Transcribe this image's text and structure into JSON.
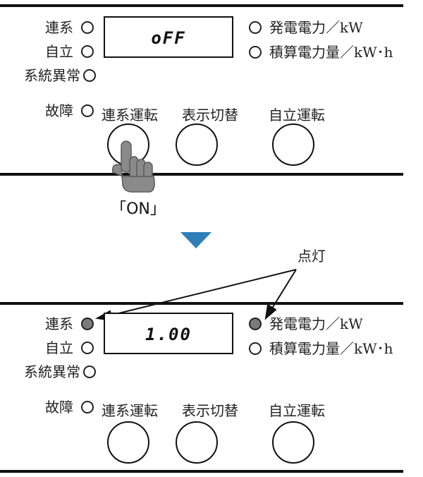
{
  "panel_off": {
    "indicators": [
      "連系",
      "自立",
      "系統異常",
      "故障"
    ],
    "display": "oFF",
    "meters": [
      "発電電力／kW",
      "積算電力量／kW･h"
    ],
    "buttons": [
      "連系運転",
      "表示切替",
      "自立運転"
    ],
    "lit_indicators": [],
    "lit_meters": []
  },
  "action": {
    "label": "「ON」"
  },
  "callout": {
    "label": "点灯"
  },
  "panel_on": {
    "indicators": [
      "連系",
      "自立",
      "系統異常",
      "故障"
    ],
    "display": "1.00",
    "meters": [
      "発電電力／kW",
      "積算電力量／kW･h"
    ],
    "buttons": [
      "連系運転",
      "表示切替",
      "自立運転"
    ],
    "lit_indicators": [
      "連系"
    ],
    "lit_meters": [
      "発電電力／kW"
    ]
  },
  "colors": {
    "line": "#111111",
    "lit_led": "#7a7a7a",
    "arrow": "#2e7fb8",
    "hand": "#8a8a8a"
  }
}
